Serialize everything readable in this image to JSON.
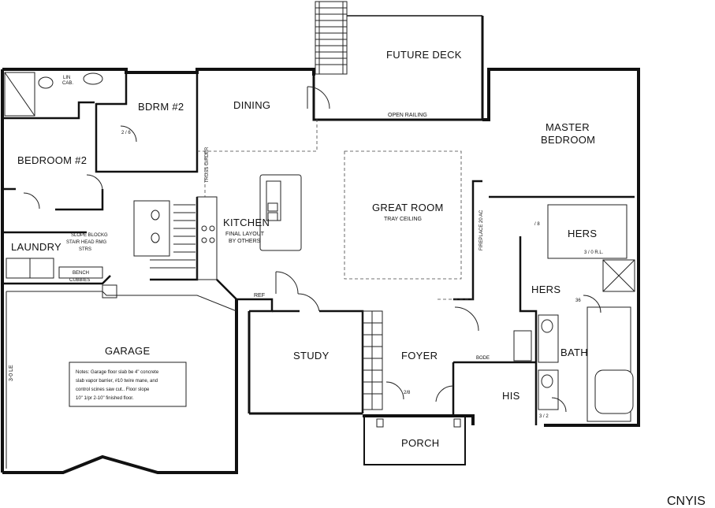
{
  "rooms": {
    "future_deck": "FUTURE DECK",
    "open_railing": "OPEN RAILING",
    "bdrm2_upper": "BDRM #2",
    "dining": "DINING",
    "master_bedroom_l1": "MASTER",
    "master_bedroom_l2": "BEDROOM",
    "bedroom2": "BEDROOM #2",
    "great_room": "GREAT ROOM",
    "tray_ceiling": "TRAY CEILING",
    "kitchen": "KITCHEN",
    "kitchen_note_l1": "FINAL LAYOUT",
    "kitchen_note_l2": "BY OTHERS",
    "laundry": "LAUNDRY",
    "hers_upper": "HERS",
    "hers_lower": "HERS",
    "bath": "BATH",
    "his": "HIS",
    "garage": "GARAGE",
    "study": "STUDY",
    "foyer": "FOYER",
    "porch": "PORCH",
    "ref": "REF",
    "bench": "BENCH",
    "cubbies": "CUBBIES",
    "bode": "BODE",
    "lin_cab_l1": "LIN",
    "lin_cab_l2": "CAB.",
    "truss_girder": "TRUSS GIRDER",
    "fireplace": "FIREPLACE 20 AC",
    "slope_note_l1": "SLOPE BLOCKG",
    "slope_note_l2": "STAIR HEAD RMG",
    "slope_note_l3": "STRS",
    "garage_note_l1": "Notes: Garage floor slab be 4\" concrete",
    "garage_note_l2": "slab vapor barrier, #10 twire mane, and",
    "garage_note_l3": "control scines saw cut.. Floor slope",
    "garage_note_l4": "10\" 1/pr 2-10\" finished floor.",
    "garage_dim": "3-0 LE",
    "dim_36": "36",
    "dim_3_0": "3 / 0 R.L.",
    "dim_2_6": "2 / 6",
    "dim_2_8": "2/8",
    "dim_1_8": "/ 8",
    "dim_3_2": "3 / 2"
  },
  "watermark": "CNYIS"
}
